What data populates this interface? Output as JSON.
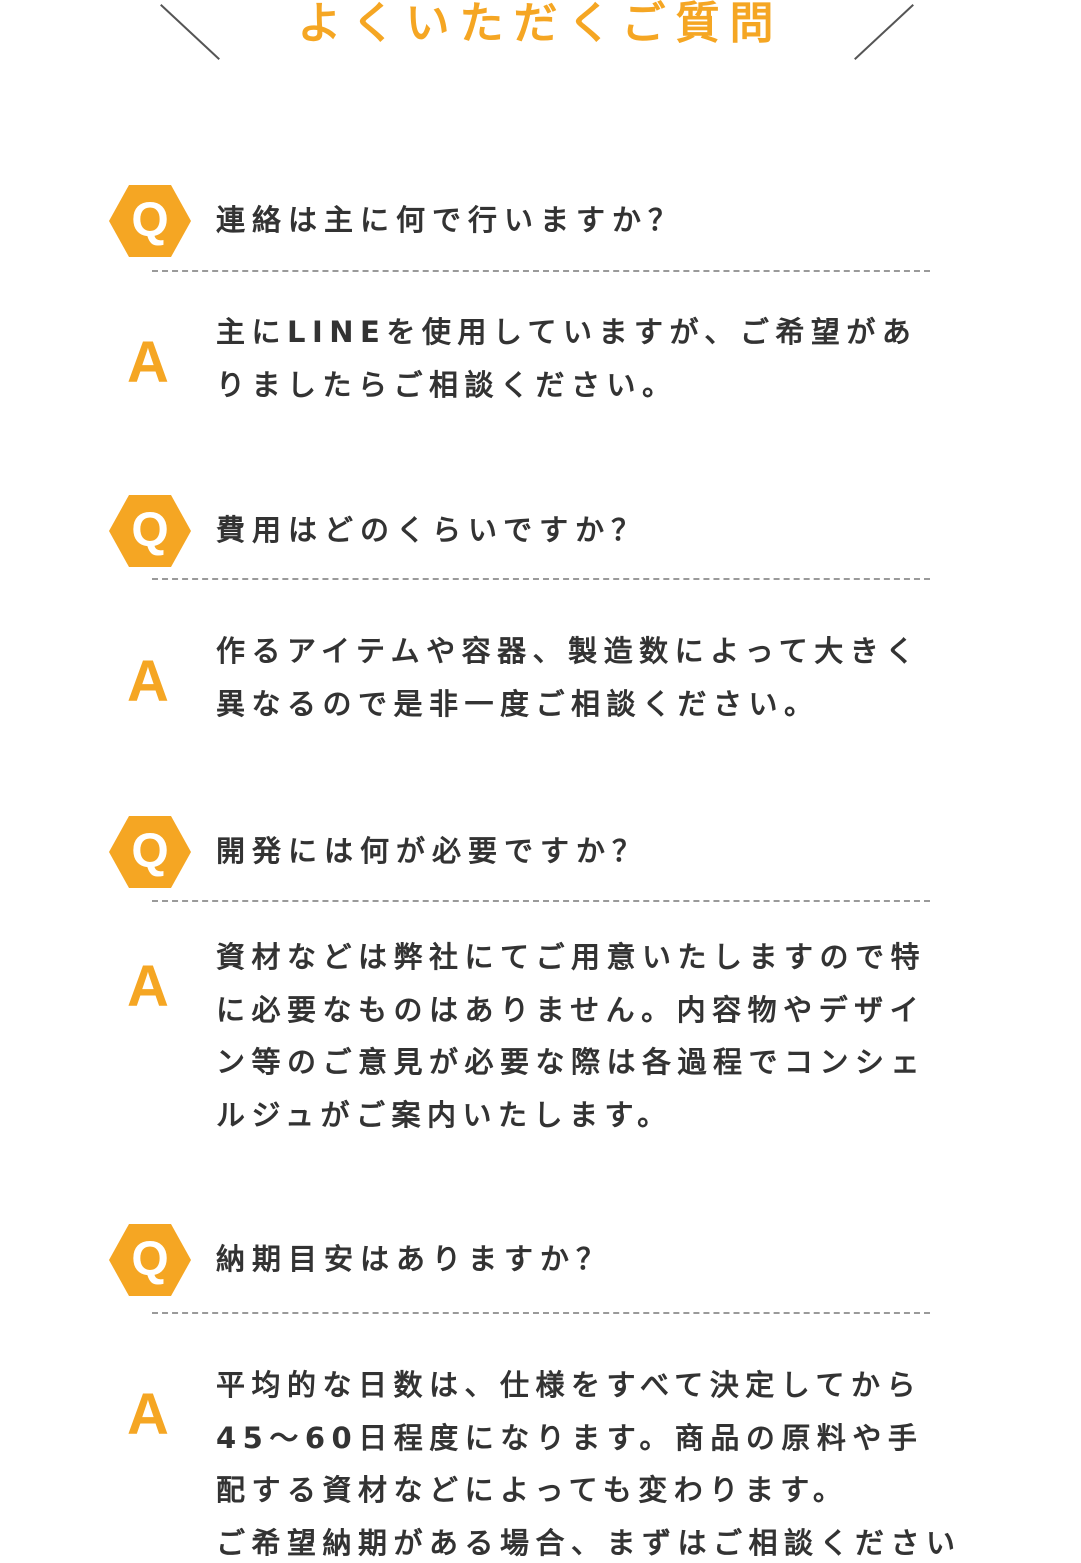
{
  "section": {
    "title": "よくいただくご質問",
    "accent_color": "#f5a623",
    "q_icon_letter": "Q",
    "a_icon_letter": "A"
  },
  "faqs": [
    {
      "question": "連絡は主に何で行いますか？",
      "answer_lines": [
        "主にLINEを使用していますが、ご希望があ",
        "りましたらご相談ください。"
      ]
    },
    {
      "question": "費用はどのくらいですか？",
      "answer_lines": [
        "作るアイテムや容器、製造数によって大きく",
        "異なるので是非一度ご相談ください。"
      ]
    },
    {
      "question": "開発には何が必要ですか？",
      "answer_lines": [
        "資材などは弊社にてご用意いたしますので特",
        "に必要なものはありません。内容物やデザイ",
        "ン等のご意見が必要な際は各過程でコンシェ",
        "ルジュがご案内いたします。"
      ]
    },
    {
      "question": "納期目安はありますか？",
      "answer_lines": [
        "平均的な日数は、仕様をすべて決定してから",
        "45～60日程度になります。商品の原料や手",
        "配する資材などによっても変わります。",
        "ご希望納期がある場合、まずはご相談ください"
      ]
    }
  ]
}
